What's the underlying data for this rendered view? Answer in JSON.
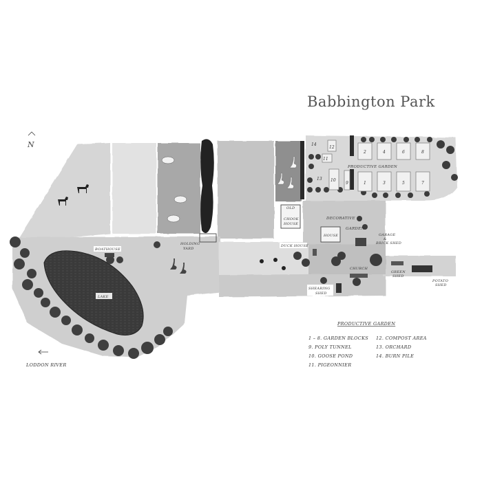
{
  "map": {
    "title": "Babbington Park",
    "north": "N",
    "labels": {
      "boathouse": "BOATHOUSE",
      "lake": "LAKE",
      "holding_yard_1": "HOLDING",
      "holding_yard_2": "YARD",
      "old_chook_1": "OLD",
      "old_chook_2": "CHOOK",
      "old_chook_3": "HOUSE",
      "productive_garden": "PRODUCTIVE GARDEN",
      "decorative": "DECORATIVE",
      "garden": "GARDEN",
      "house": "HOUSE",
      "duck_house": "DUCK HOUSE",
      "garage_1": "GARAGE",
      "garage_2": "&",
      "garage_3": "BRICK SHED",
      "church": "CHURCH",
      "green_shed_1": "GREEN",
      "green_shed_2": "SHED",
      "potato_shed_1": "POTATO",
      "potato_shed_2": "SHED",
      "shearing_shed_1": "SHEARING",
      "shearing_shed_2": "SHED",
      "loddon_river": "LODDON RIVER"
    },
    "plot_numbers": [
      "2",
      "4",
      "6",
      "8",
      "1",
      "3",
      "5",
      "7",
      "9",
      "10",
      "11",
      "12",
      "13",
      "14"
    ],
    "legend": {
      "title": "PRODUCTIVE GARDEN",
      "left": [
        "1 – 8. GARDEN BLOCKS",
        "9. POLY TUNNEL",
        "10. GOOSE POND",
        "11. PIGEONNIER"
      ],
      "right": [
        "12. COMPOST AREA",
        "13. ORCHARD",
        "14. BURN PILE"
      ]
    },
    "icons": [
      "compass-north-icon",
      "arrow-left-icon",
      "tree-icon",
      "goat-icon",
      "cow-icon",
      "sheep-icon",
      "goose-icon",
      "chicken-icon"
    ],
    "colors": {
      "ink": "#333333",
      "field_light": "#d4d4d4",
      "field_mid": "#bdbdbd",
      "field_dark": "#8c8c8c",
      "lake": "#3d3d3d",
      "tree": "#4a4a4a"
    }
  }
}
